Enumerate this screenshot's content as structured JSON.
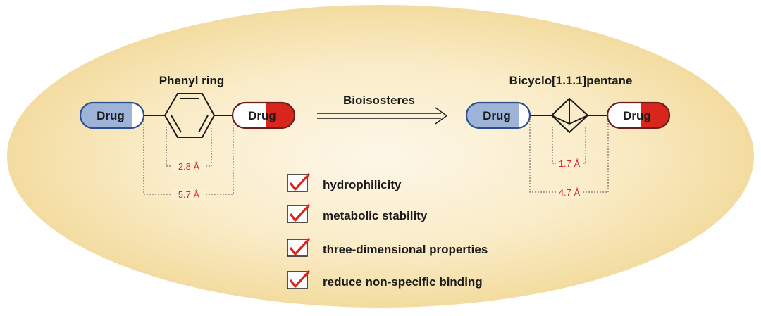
{
  "left_group": {
    "title": "Phenyl ring",
    "drug_left": "Drug",
    "drug_right": "Drug",
    "inner_distance": "2.8 Å",
    "outer_distance": "5.7 Å"
  },
  "arrow": {
    "label": "Bioisosteres"
  },
  "right_group": {
    "title": "Bicyclo[1.1.1]pentane",
    "drug_left": "Drug",
    "drug_right": "Drug",
    "inner_distance": "1.7 Å",
    "outer_distance": "4.7 Å"
  },
  "properties": [
    {
      "label": "hydrophilicity",
      "checked": true
    },
    {
      "label": "metabolic stability",
      "checked": true
    },
    {
      "label": "three-dimensional properties",
      "checked": true
    },
    {
      "label": "reduce non-specific binding",
      "checked": true
    }
  ],
  "colors": {
    "background_center": "#fdf4e0",
    "background_edge": "#f4dfa6",
    "pill_blue": "#9db3d8",
    "pill_blue_outline": "#2c4f8f",
    "pill_red": "#d9261c",
    "pill_red_outline": "#6a1e1e",
    "checkmark": "#e0231c",
    "distance_text": "#e0231c"
  }
}
